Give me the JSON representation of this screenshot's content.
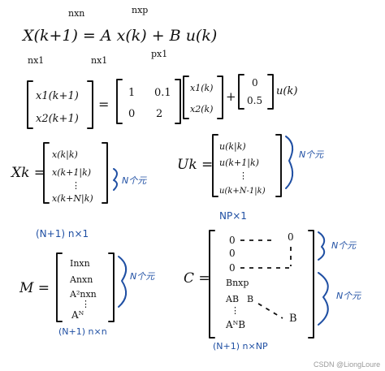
{
  "eq1": {
    "sup_nxn": "nxn",
    "sup_nxp": "nxp",
    "main": "X(k+1) = A x(k) + B u(k)",
    "sub_nx1_a": "nx1",
    "sub_nx1_b": "nx1",
    "sub_px1": "px1"
  },
  "eq2": {
    "lhs": [
      "x1(k+1)",
      "x2(k+1)"
    ],
    "equals": "=",
    "A": [
      [
        "1",
        "0.1"
      ],
      [
        "0",
        "2"
      ]
    ],
    "x": [
      "x1(k)",
      "x2(k)"
    ],
    "plus": "+",
    "B": [
      "0",
      "0.5"
    ],
    "u": "u(k)"
  },
  "Xk": {
    "label": "Xk =",
    "items": [
      "x(k|k)",
      "x(k+1|k)",
      "⋮",
      "x(k+N|k)"
    ],
    "note": "N个元",
    "dim": "(N+1) n×1"
  },
  "Uk": {
    "label": "Uk =",
    "items": [
      "u(k|k)",
      "u(k+1|k)",
      "⋮",
      "u(k+N-1|k)"
    ],
    "note": "N个元",
    "dim": "NP×1"
  },
  "M": {
    "label": "M =",
    "items": [
      "Inxn",
      "Anxn",
      "A²nxn",
      "⋮",
      "Aᴺ"
    ],
    "note": "N个元",
    "dim": "(N+1) n×n"
  },
  "C": {
    "label": "C =",
    "row0_left": "0",
    "row0_right": "0",
    "row1_left": "0",
    "row2_left": "0",
    "row3_left": "Bnxp",
    "row4_left": "AB",
    "row4_mid": "B",
    "row5_left": "⋮",
    "row6_left": "AᴺB",
    "row6_right": "B",
    "note_top": "N个元",
    "note_bottom": "N个元",
    "dim": "(N+1) n×NP"
  },
  "watermark": "CSDN @LiongLoure",
  "colors": {
    "ink": "#111111",
    "blue": "#1f4fa3"
  }
}
